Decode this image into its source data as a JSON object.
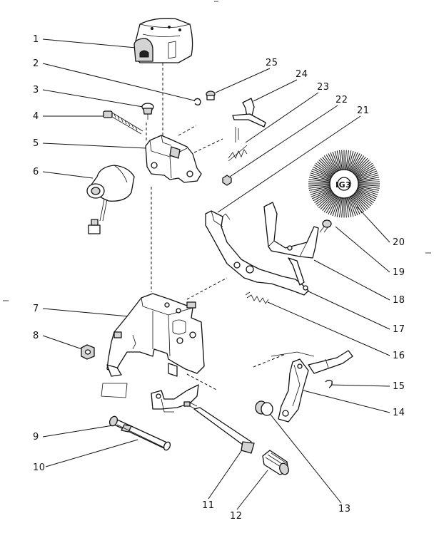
{
  "labels": [
    {
      "id": "1",
      "text": "1"
    },
    {
      "id": "2",
      "text": "2"
    },
    {
      "id": "3",
      "text": "3"
    },
    {
      "id": "4",
      "text": "4"
    },
    {
      "id": "5",
      "text": "5"
    },
    {
      "id": "6",
      "text": "6"
    },
    {
      "id": "7",
      "text": "7"
    },
    {
      "id": "8",
      "text": "8"
    },
    {
      "id": "9",
      "text": "9"
    },
    {
      "id": "10",
      "text": "10"
    },
    {
      "id": "11",
      "text": "11"
    },
    {
      "id": "12",
      "text": "12"
    },
    {
      "id": "13",
      "text": "13"
    },
    {
      "id": "14",
      "text": "14"
    },
    {
      "id": "15",
      "text": "15"
    },
    {
      "id": "16",
      "text": "16"
    },
    {
      "id": "17",
      "text": "17"
    },
    {
      "id": "18",
      "text": "18"
    },
    {
      "id": "19",
      "text": "19"
    },
    {
      "id": "20",
      "text": "20"
    },
    {
      "id": "21",
      "text": "21"
    },
    {
      "id": "22",
      "text": "22"
    },
    {
      "id": "23",
      "text": "23"
    },
    {
      "id": "24",
      "text": "24"
    },
    {
      "id": "25",
      "text": "25"
    }
  ],
  "daisywheel_text": "IG3"
}
